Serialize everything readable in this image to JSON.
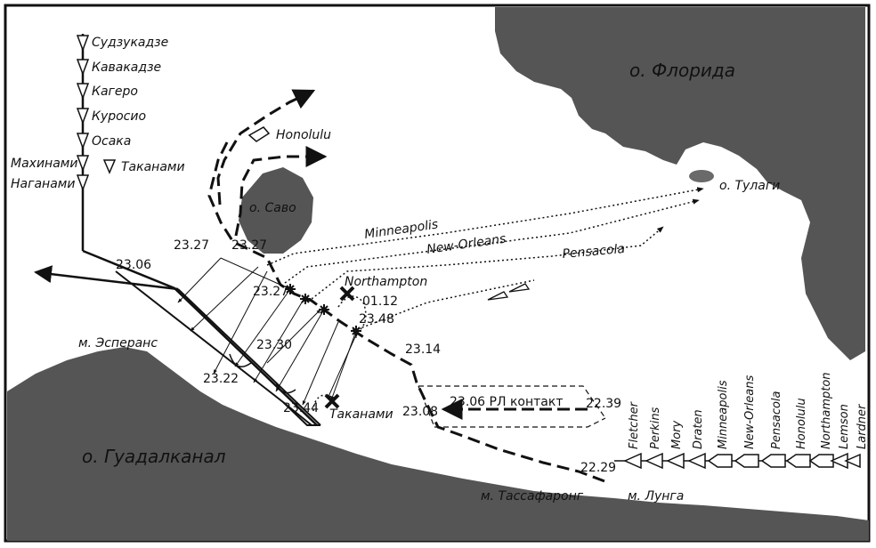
{
  "map": {
    "places": {
      "florida": "о. Флорида",
      "tulagi": "о. Тулаги",
      "savo": "о. Саво",
      "esperance": "м. Эсперанс",
      "guadalcanal": "о. Гуадалканал",
      "tassafaronga": "м. Тассафаронг",
      "lunga": "м. Лунга"
    },
    "japanese_column": [
      "Судзукадзе",
      "Кавакадзе",
      "Кагеро",
      "Куросио",
      "Осака"
    ],
    "japanese_left": [
      "Махинами",
      "Наганами"
    ],
    "takanami_top": "Таканами",
    "takanami_bottom": "Таканами",
    "us_cruiser_labels": {
      "honolulu": "Honolulu",
      "minneapolis": "Minneapolis",
      "new_orleans": "New-Orleans",
      "pensacola": "Pensacola",
      "northampton": "Northampton",
      "northampton_time": "01.12"
    },
    "us_column_ships": [
      "Fletcher",
      "Perkins",
      "Mory",
      "Draten",
      "Minneapolis",
      "New-Orleans",
      "Pensacola",
      "Honolulu",
      "Northampton",
      "Lemson",
      "Lardner"
    ],
    "times": {
      "t2306a": "23.06",
      "t2327a": "23.27",
      "t2327b": "23.27",
      "t2327c": "23.27",
      "t2330": "23.30",
      "t2322": "23.22",
      "t2344": "23.44",
      "t2348": "23.48",
      "t2314": "23.14",
      "t2308": "23.08",
      "t2239": "22.39",
      "t2229": "22.29"
    },
    "radar_contact": "23.06 РЛ контакт"
  }
}
